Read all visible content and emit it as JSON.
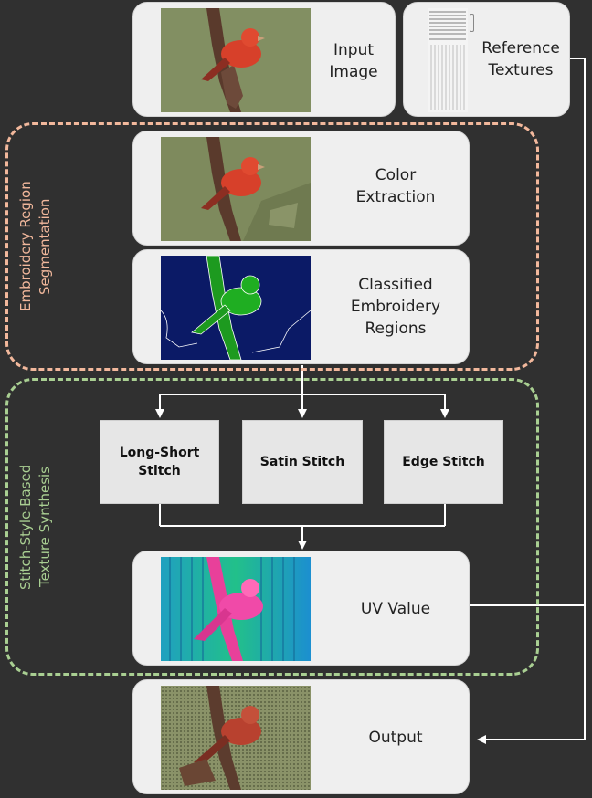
{
  "input_image": {
    "label": "Input\nImage"
  },
  "reference_textures": {
    "label": "Reference\nTextures"
  },
  "segmentation_group": {
    "title": "Embroidery Region\nSegmentation",
    "color_extraction": "Color\nExtraction",
    "classified_regions": "Classified\nEmbroidery\nRegions"
  },
  "synthesis_group": {
    "title": "Stitch-Style-Based\nTexture Synthesis",
    "stitches": [
      "Long-Short\nStitch",
      "Satin Stitch",
      "Edge Stitch"
    ],
    "uv_value": "UV Value"
  },
  "output": {
    "label": "Output"
  },
  "colors": {
    "segmentation_border": "#f2b89c",
    "synthesis_border": "#a9cf92",
    "connector": "#ffffff"
  }
}
